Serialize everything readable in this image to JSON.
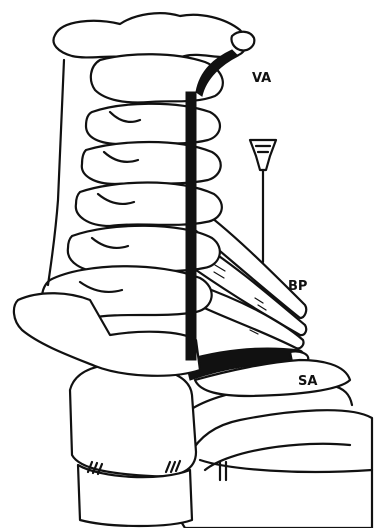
{
  "labels": {
    "va": "VA",
    "bp": "BP",
    "sa": "SA"
  },
  "colors": {
    "ink": "#111111",
    "background": "#ffffff"
  },
  "icons": [
    "needle-icon"
  ]
}
